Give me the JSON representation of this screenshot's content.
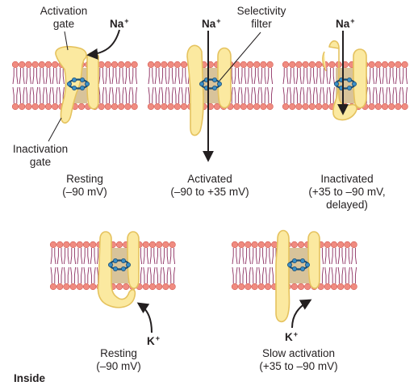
{
  "labels": {
    "activation_gate_line1": "Activation",
    "activation_gate_line2": "gate",
    "selectivity_filter_line1": "Selectivity",
    "selectivity_filter_line2": "filter",
    "inactivation_gate_line1": "Inactivation",
    "inactivation_gate_line2": "gate",
    "inside": "Inside"
  },
  "ions": {
    "sodium": "Na",
    "potassium": "K",
    "charge": "+"
  },
  "sodium_channel": {
    "states": [
      {
        "name": "Resting",
        "voltage": "(–90 mV)",
        "extra": ""
      },
      {
        "name": "Activated",
        "voltage": "(–90 to +35 mV)",
        "extra": ""
      },
      {
        "name": "Inactivated",
        "voltage": "(+35 to –90 mV,",
        "extra": "delayed)"
      }
    ]
  },
  "potassium_channel": {
    "states": [
      {
        "name": "Resting",
        "voltage": "(–90 mV)"
      },
      {
        "name": "Slow activation",
        "voltage": "(+35 to –90 mV)"
      }
    ]
  },
  "colors": {
    "lipid_head": "#f08b80",
    "lipid_head_stroke": "#d25a52",
    "lipid_tail": "#8b2c5f",
    "protein_fill": "#fbe9a0",
    "protein_stroke": "#e5c25e",
    "pore_fill": "#d8c39a",
    "filter_stroke": "#1b4e75",
    "filter_dot": "#3a8fc8",
    "arrow": "#231f20"
  }
}
